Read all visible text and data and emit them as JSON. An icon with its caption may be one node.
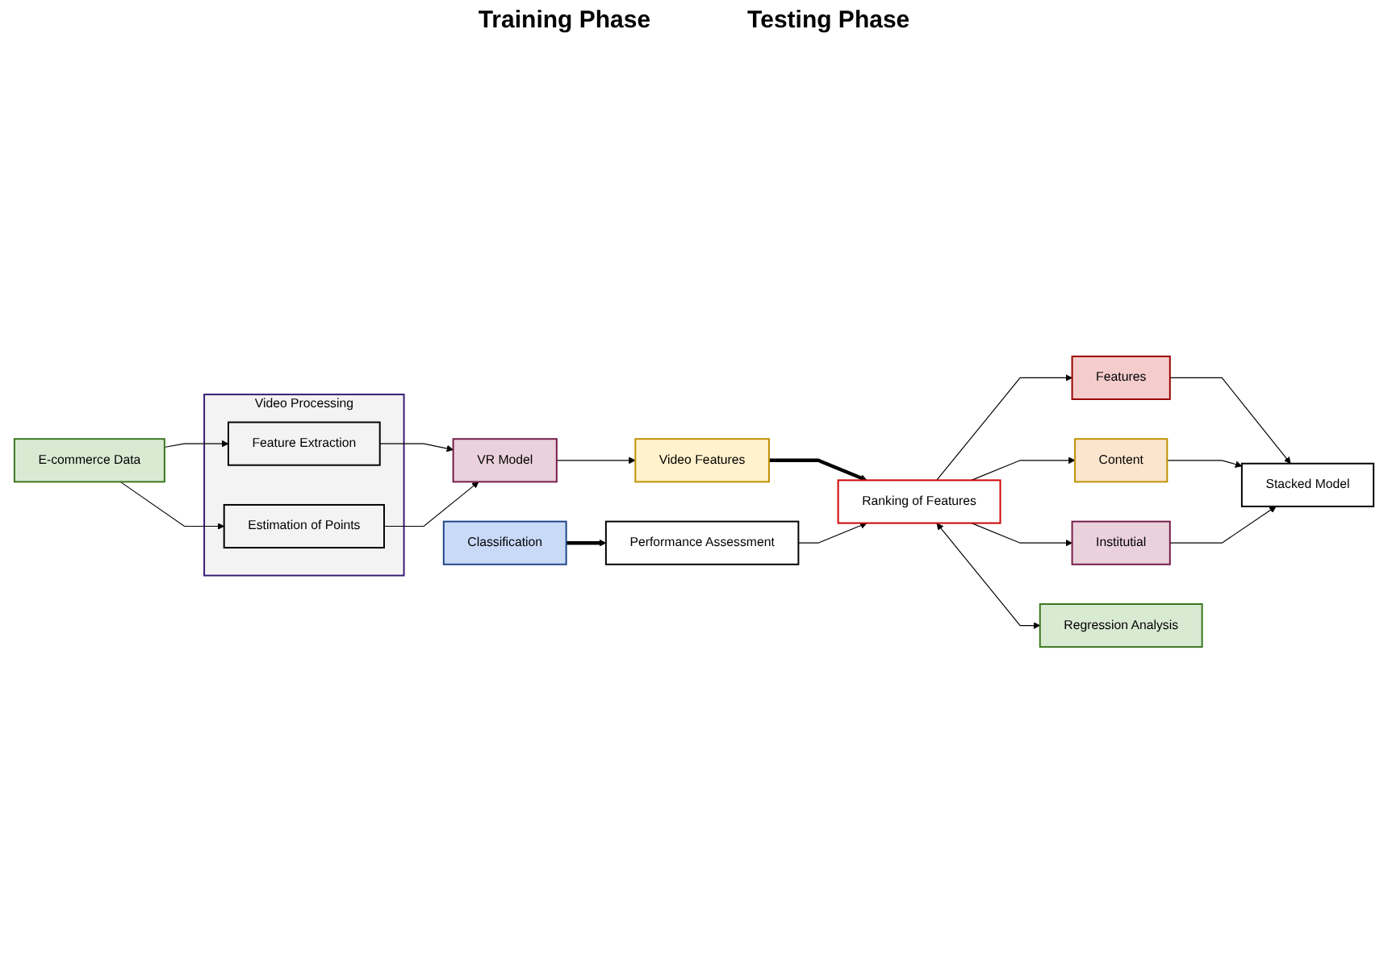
{
  "diagram": {
    "nodes": [
      {
        "text": [
          "E-commerce Data"
        ]
      },
      {
        "text": [
          "Video Processing"
        ]
      },
      {
        "text": [
          "Feature Extraction"
        ],
        "in": 1
      },
      {
        "text": [
          "Estimation of Points"
        ],
        "in": 1
      },
      {
        "text": [
          "VR Model"
        ]
      },
      {
        "text": [
          "Video Features"
        ]
      },
      {
        "text": [
          "Ranking of Features"
        ]
      },
      {
        "text": [
          "Performance Assessment"
        ]
      },
      {
        "text": [
          "Features"
        ]
      },
      {
        "text": [
          "Content"
        ]
      },
      {
        "text": [
          "Institutial"
        ]
      },
      {
        "text": [
          "Stacked Model"
        ]
      },
      {
        "text": [
          "Regression Analysis"
        ]
      },
      {
        "text": [
          "Classification"
        ]
      }
    ],
    "edges": [
      {
        "from": 0,
        "to": 2,
        "arrow": "to"
      },
      {
        "from": 0,
        "to": 3,
        "arrow": "to"
      },
      {
        "from": 2,
        "to": 4,
        "arrow": "to"
      },
      {
        "from": 3,
        "to": 4,
        "arrow": "to"
      },
      {
        "from": 4,
        "to": 5,
        "arrow": "to"
      },
      {
        "from": 5,
        "to": 6,
        "arrow": "to",
        "style": "thick"
      },
      {
        "from": 7,
        "to": 6,
        "arrow": "to"
      },
      {
        "from": 6,
        "to": 8,
        "arrow": "to"
      },
      {
        "from": 6,
        "to": 9,
        "arrow": "to"
      },
      {
        "from": 6,
        "to": 10,
        "arrow": "to"
      },
      {
        "from": 8,
        "to": 11,
        "arrow": "to"
      },
      {
        "from": 9,
        "to": 11,
        "arrow": "to"
      },
      {
        "from": 10,
        "to": 11,
        "arrow": "to"
      },
      {
        "from": 6,
        "to": 12,
        "arrow": "both"
      },
      {
        "from": 13,
        "to": 7,
        "arrow": "to",
        "style": "thick"
      }
    ],
    "labels": [
      "Training Phase",
      "Testing Phase"
    ]
  }
}
